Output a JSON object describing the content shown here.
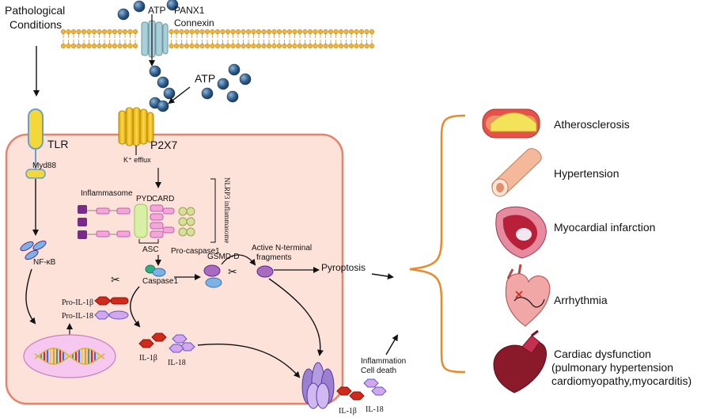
{
  "colors": {
    "cell_fill": "#fde2da",
    "cell_stroke": "#e8836a",
    "bracket": "#e8892b",
    "atp": "#2f5d8a",
    "receptor": "#f3c316",
    "channel": "#a9cfd9",
    "nucleus": "#f6c8ef",
    "pink": "#f3a7d9",
    "purple": "#7a2a8a",
    "red": "#d22a1a",
    "blue": "#7bb3e6"
  },
  "labels": {
    "pathological": [
      "Pathological",
      "Conditions"
    ],
    "atp_top": "ATP",
    "panx1": "PANX1",
    "connexin": "Connexin",
    "atp_mid": "ATP",
    "tlr": "TLR",
    "myd88": "Myd88",
    "nfkb": "NF-κB",
    "p2x7": "P2X7",
    "k_efflux": "K⁺ efflux",
    "inflammasome": "Inflammasome",
    "pyd": "PYD",
    "card": "CARD",
    "nlrp3": "NLRP3 inflammasome",
    "asc": "ASC",
    "pro_caspase": "Pro-caspase1",
    "caspase1": "Caspase1",
    "gsmd": "GSMD-D",
    "active_fragments": [
      "Active N-terminal",
      "fragments"
    ],
    "pyroptosis": "Pyroptosis",
    "pro_il1b": "Pro-IL-1β",
    "pro_il18": "Pro-IL-18",
    "il1b_cell": "IL-1β",
    "il18_cell": "IL-18",
    "il1b_out": "IL-1β",
    "il18_out": "IL-18",
    "inflammation": [
      "Inflammation",
      "Cell death"
    ]
  },
  "diseases": [
    {
      "label": [
        "Atherosclerosis"
      ],
      "icon": "artery-plaque-icon"
    },
    {
      "label": [
        "Hypertension"
      ],
      "icon": "vessel-icon"
    },
    {
      "label": [
        "Myocardial infarction"
      ],
      "icon": "infarct-heart-icon"
    },
    {
      "label": [
        "Arrhythmia"
      ],
      "icon": "heart-icon"
    },
    {
      "label": [
        "Cardiac dysfunction",
        "(pulmonary hypertension",
        "cardiomyopathy,myocarditis)"
      ],
      "icon": "dysfunction-heart-icon"
    }
  ]
}
